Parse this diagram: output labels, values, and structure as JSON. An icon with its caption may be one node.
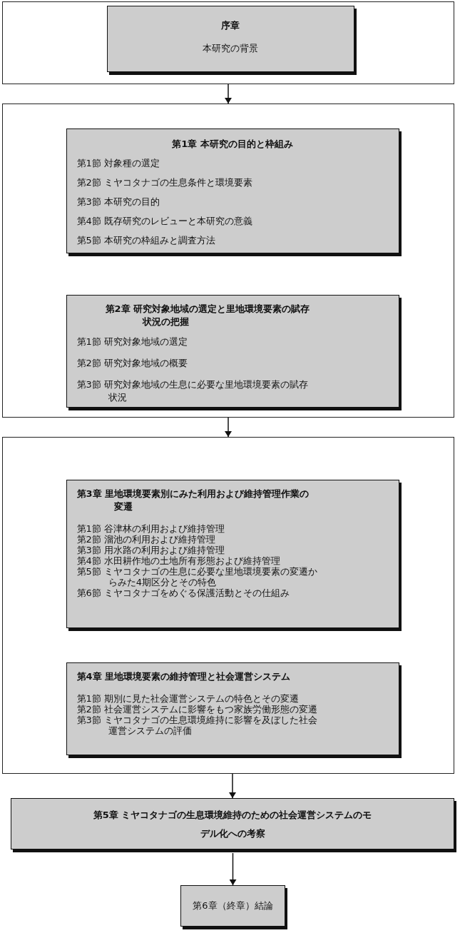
{
  "diagram": {
    "nodes": [
      {
        "text": [],
        "shape": "box"
      },
      {
        "text": [
          "序章",
          "本研究の背景"
        ],
        "in": 0
      },
      {
        "text": [],
        "shape": "box"
      },
      {
        "text": [
          "第1章 本研究の目的と枠組み",
          "第1節 対象種の選定",
          "第2節 ミヤコタナゴの生息条件と環境要素",
          "第3節 本研究の目的",
          "第4節 既存研究のレビューと本研究の意義",
          "第5節 本研究の枠組みと調査方法"
        ],
        "in": 2
      },
      {
        "text": [
          "第2章 研究対象地域の選定と里地環境要素の賦存状況の把握",
          "第1節 研究対象地域の選定",
          "第2節 研究対象地域の概要",
          "第3節 研究対象地域の生息に必要な里地環境要素の賦存状況"
        ],
        "in": 2
      },
      {
        "text": [],
        "shape": "box"
      },
      {
        "text": [
          "第3章 里地環境要素別にみた利用および維持管理作業の変遷",
          "第1節 谷津林の利用および維持管理",
          "第2節 溜池の利用および維持管理",
          "第3節 用水路の利用および維持管理",
          "第4節 水田耕作地の土地所有形態および維持管理",
          "第5節 ミヤコタナゴの生息に必要な里地環境要素の変遷からみた4期区分とその特色",
          "第6節 ミヤコタナゴをめぐる保護活動とその仕組み"
        ],
        "in": 5
      },
      {
        "text": [
          "第4章 里地環境要素の維持管理と社会運営システム",
          "第1節 期別に見た社会運営システムの特色とその変遷",
          "第2節 社会運営システムに影響をもつ家族労働形態の変遷",
          "第3節 ミヤコタナゴの生息環境維持に影響を及ぼした社会運営システムの評価"
        ],
        "in": 5
      },
      {
        "text": [
          "第5章 ミヤコタナゴの生息環境維持のための社会運営システムのモデル化への考察"
        ]
      },
      {
        "text": [
          "第6章（終章）結論"
        ]
      }
    ],
    "edges": [
      {
        "from": 0,
        "to": 2,
        "arrow": "to"
      },
      {
        "from": 2,
        "to": 5,
        "arrow": "to"
      },
      {
        "from": 5,
        "to": 8,
        "arrow": "to"
      },
      {
        "from": 8,
        "to": 9,
        "arrow": "to"
      }
    ]
  }
}
